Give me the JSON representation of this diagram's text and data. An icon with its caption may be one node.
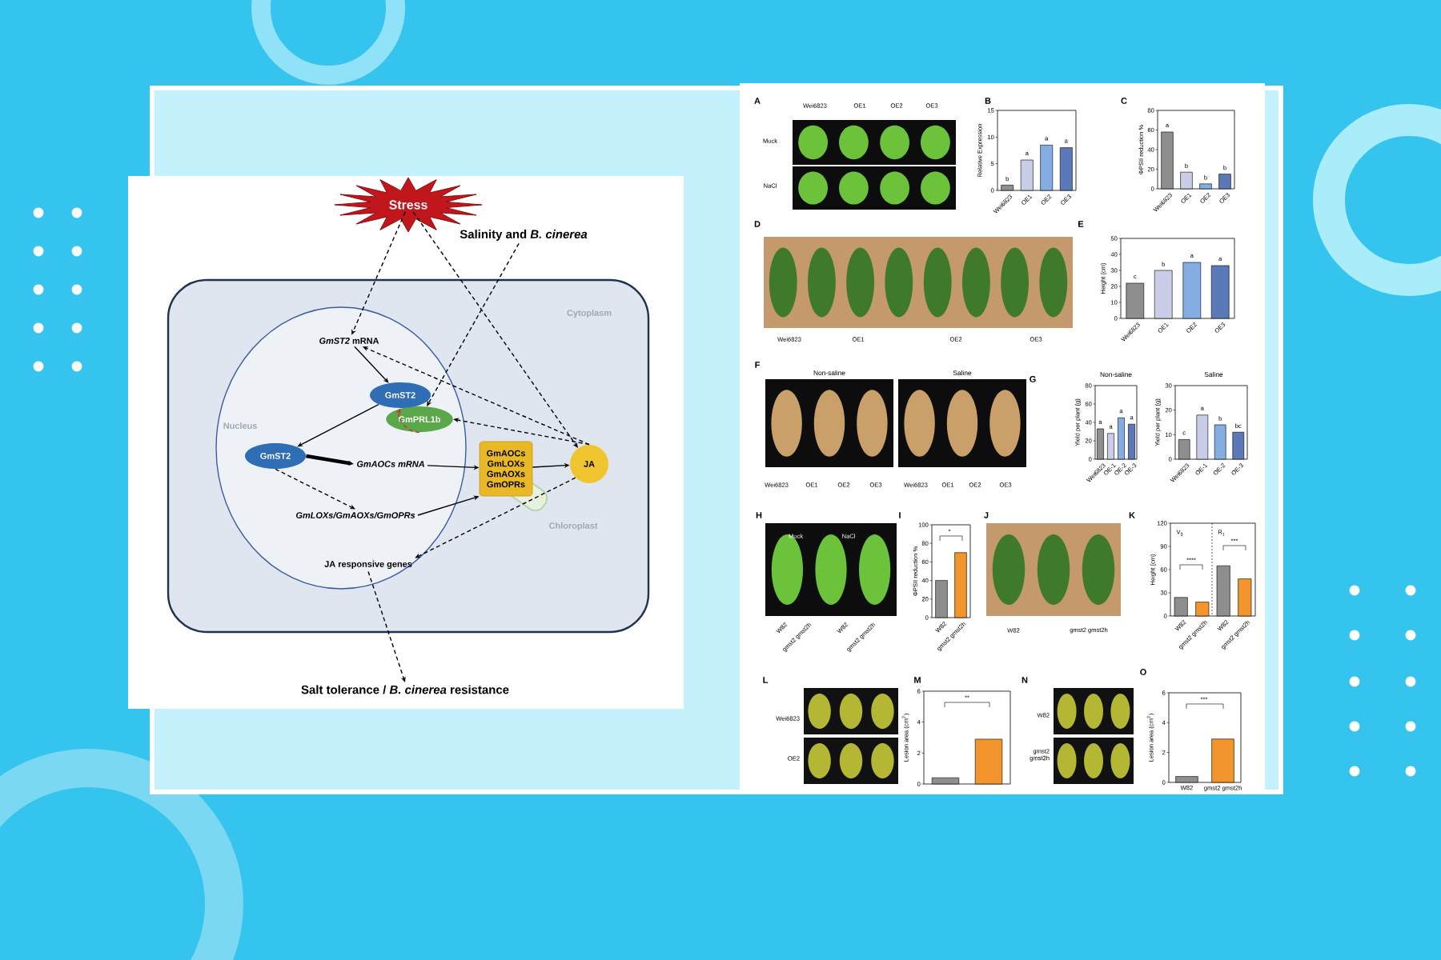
{
  "diagram": {
    "nodes": [
      {
        "text": [
          "Stress"
        ]
      },
      {
        "text": [
          "Salinity and *B. cinerea*"
        ]
      },
      {
        "text": [
          "Cytoplasm"
        ]
      },
      {
        "text": [
          "Nucleus"
        ],
        "in": 2
      },
      {
        "text": [
          "*GmST2* mRNA"
        ],
        "in": 3
      },
      {
        "text": [
          "GmST2"
        ],
        "in": 3
      },
      {
        "text": [
          "GmPRL1b"
        ],
        "in": 3
      },
      {
        "text": [
          "GmST2"
        ],
        "in": 3
      },
      {
        "text": [
          "GmAOCs mRNA"
        ],
        "in": 3
      },
      {
        "text": [
          "GmLOXs/GmAOXs/GmOPRs"
        ],
        "in": 3
      },
      {
        "text": [
          "JA responsive genes"
        ],
        "in": 3
      },
      {
        "text": [
          "Chloroplast"
        ],
        "in": 2
      },
      {
        "text": [
          "GmAOCs GmLOXs GmAOXs GmOPRs"
        ],
        "in": 2
      },
      {
        "text": [
          "JA"
        ],
        "in": 2
      },
      {
        "text": [
          "Salt tolerance / *B. cinerea* resistance"
        ]
      }
    ],
    "edges": [
      {
        "from": 0,
        "to": 4,
        "arrow": "to",
        "style": "dashed"
      },
      {
        "from": 0,
        "to": 13,
        "arrow": "to",
        "style": "dashed"
      },
      {
        "from": 1,
        "to": 6,
        "arrow": "to",
        "style": "dashed"
      },
      {
        "from": 4,
        "to": 5,
        "arrow": "to"
      },
      {
        "from": 13,
        "to": 4,
        "arrow": "to",
        "style": "dashed"
      },
      {
        "from": 13,
        "to": 6,
        "arrow": "to",
        "style": "dashed"
      },
      {
        "from": 5,
        "to": 7,
        "arrow": "to"
      },
      {
        "from": 6,
        "to": 5,
        "arrow": "to",
        "style": "dashed",
        "color": "#d42a2a"
      },
      {
        "from": 7,
        "to": 8,
        "arrow": "to",
        "style": "thick"
      },
      {
        "from": 7,
        "to": 9,
        "arrow": "to",
        "style": "dashed"
      },
      {
        "from": 8,
        "to": 12,
        "arrow": "to"
      },
      {
        "from": 9,
        "to": 12,
        "arrow": "to"
      },
      {
        "from": 12,
        "to": 13,
        "arrow": "to"
      },
      {
        "from": 13,
        "to": 10,
        "arrow": "to",
        "style": "dashed"
      },
      {
        "from": 10,
        "to": 14,
        "arrow": "to",
        "style": "dashed"
      }
    ],
    "labels": [
      "A",
      "Wei6823",
      "OE1",
      "OE2",
      "OE3",
      "Mock",
      "NaCl",
      "B",
      "Relative Expression",
      "0",
      "5",
      "10",
      "15",
      "Wei6823",
      "OE1",
      "OE2",
      "OE3",
      "b",
      "a",
      "a",
      "a",
      "C",
      "ΦPSII reduction %",
      "0",
      "20",
      "40",
      "60",
      "80",
      "Wei6823",
      "OE1",
      "OE2",
      "OE3",
      "a",
      "b",
      "b",
      "b",
      "D",
      "Wei6823",
      "OE1",
      "OE2",
      "OE3",
      "E",
      "Height (cm)",
      "0",
      "10",
      "20",
      "30",
      "40",
      "50",
      "Wei6823",
      "OE1",
      "OE2",
      "OE3",
      "c",
      "b",
      "a",
      "a",
      "F",
      "Non-saline",
      "Saline",
      "Wei6823",
      "OE1",
      "OE2",
      "OE3",
      "Wei6823",
      "OE1",
      "OE2",
      "OE3",
      "G",
      "Non-saline",
      "Yield per plant (g)",
      "0",
      "20",
      "40",
      "60",
      "80",
      "Wei6823",
      "OE-1",
      "OE-2",
      "OE-3",
      "a",
      "a",
      "a",
      "a",
      "Saline",
      "Yield per plant (g)",
      "0",
      "10",
      "20",
      "30",
      "Wei6823",
      "OE-1",
      "OE-2",
      "OE-3",
      "c",
      "a",
      "b",
      "bc",
      "H",
      "Mock",
      "NaCl",
      "W82",
      "gmst2 gmst2h",
      "W82",
      "gmst2 gmst2h",
      "I",
      "ΦPSII reduction %",
      "0",
      "20",
      "40",
      "60",
      "80",
      "100",
      "W82",
      "gmst2 gmst2h",
      "*",
      "J",
      "W82",
      "gmst2 gmst2h",
      "K",
      "Height (cm)",
      "0",
      "30",
      "60",
      "90",
      "120",
      "W82",
      "gmst2 gmst2h",
      "W82",
      "gmst2 gmst2h",
      "V$_{3}$",
      "R$_{1}$",
      "****",
      "***",
      "L",
      "Wei6823",
      "OE2",
      "M",
      "Lesion area (cm$^{2}$)",
      "0",
      "2",
      "4",
      "6",
      "**",
      "N",
      "W82",
      "gmst2 gmst2h",
      "O",
      "Lesion area (cm$^{2}$)",
      "0",
      "2",
      "4",
      "6",
      "W82",
      "gmst2 gmst2h",
      "***"
    ]
  }
}
